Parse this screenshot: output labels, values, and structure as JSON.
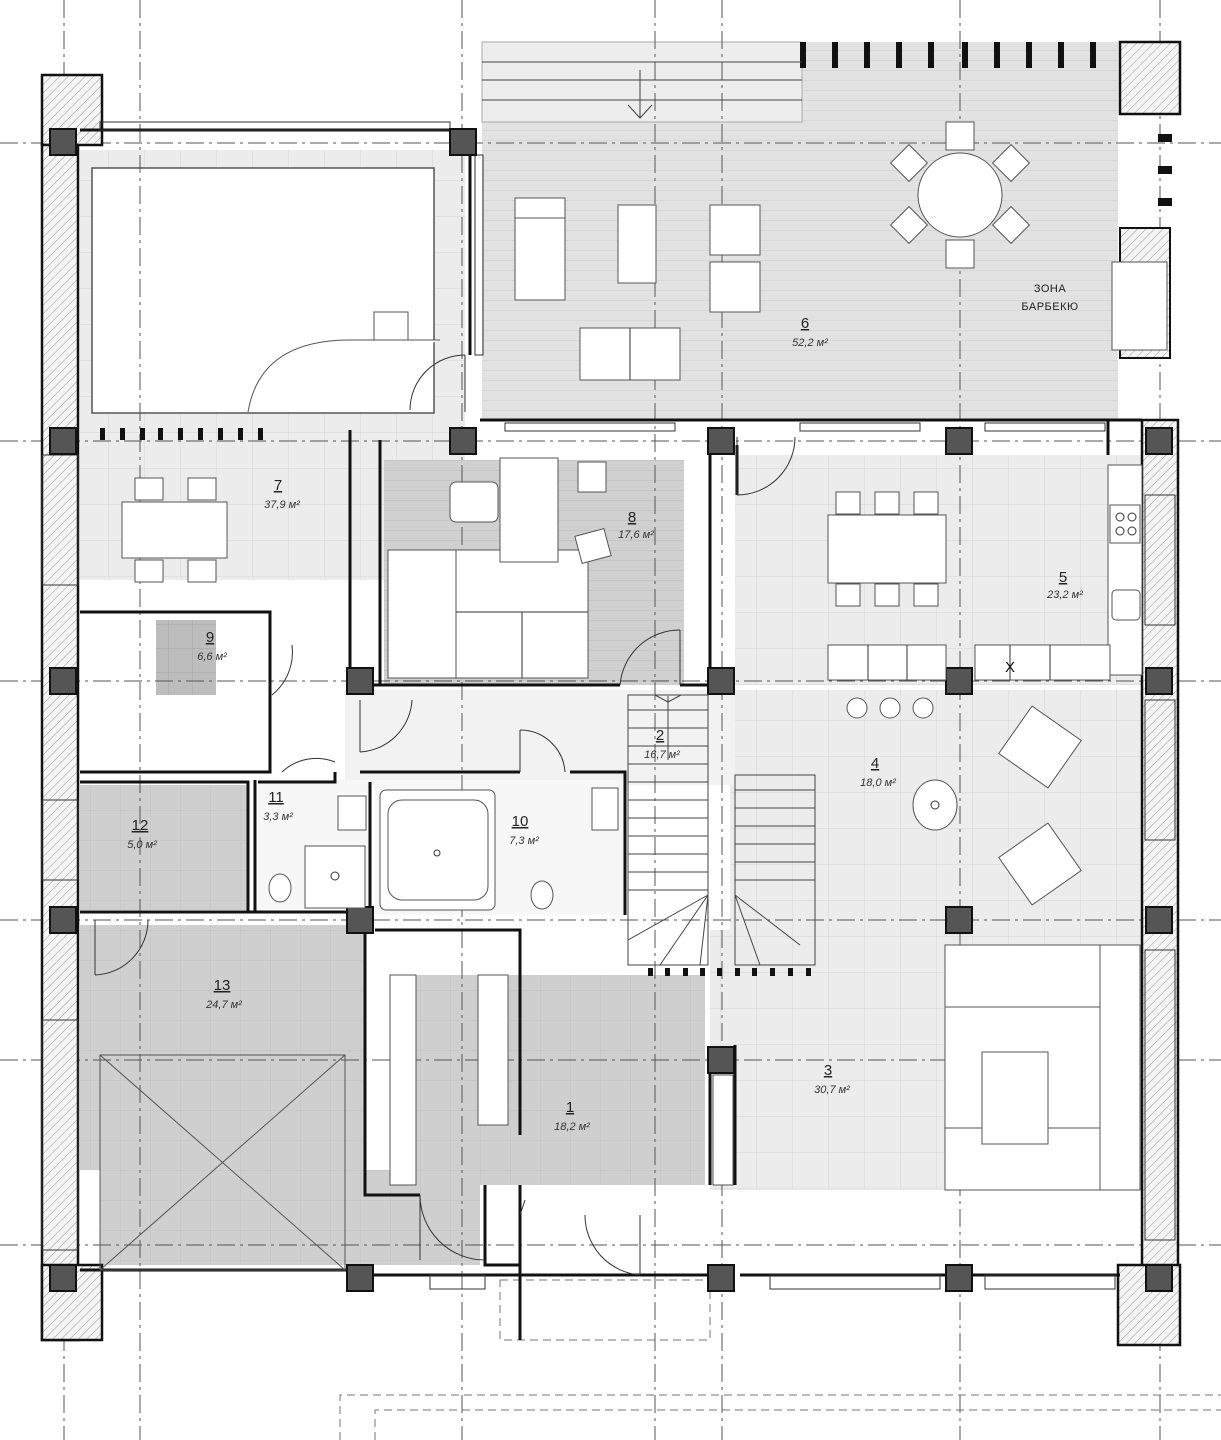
{
  "zone_label_lines": [
    "ЗОНА",
    "БАРБЕКЮ"
  ],
  "kitchen_mark": "X",
  "rooms": [
    {
      "num": "1",
      "area": "18,2 м²"
    },
    {
      "num": "2",
      "area": "16,7 м²"
    },
    {
      "num": "3",
      "area": "30,7 м²"
    },
    {
      "num": "4",
      "area": "18,0 м²"
    },
    {
      "num": "5",
      "area": "23,2 м²"
    },
    {
      "num": "6",
      "area": "52,2 м²"
    },
    {
      "num": "7",
      "area": "37,9 м²"
    },
    {
      "num": "8",
      "area": "17,6 м²"
    },
    {
      "num": "9",
      "area": "6,6 м²"
    },
    {
      "num": "10",
      "area": "7,3 м²"
    },
    {
      "num": "11",
      "area": "3,3 м²"
    },
    {
      "num": "12",
      "area": "5,0 м²"
    },
    {
      "num": "13",
      "area": "24,7 м²"
    }
  ],
  "colors": {
    "floor_tile": "#ececec",
    "floor_dark": "#c8c8c8",
    "floor_wood": "#d4d4d4",
    "deck": "#e0e0e0",
    "wall_hatch": "#888888",
    "column": "#555555"
  }
}
